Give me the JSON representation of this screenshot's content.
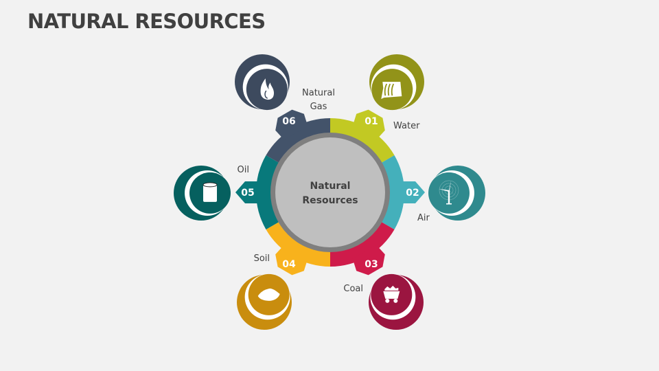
{
  "title": "NATURAL RESOURCES",
  "center": {
    "line1": "Natural",
    "line2": "Resources",
    "fill": "#bfbfbf",
    "ring": "#7f7f7f"
  },
  "items": [
    {
      "number": "01",
      "label_lines": [
        "Water"
      ],
      "color": "#c2c923",
      "icon_color": "#929319",
      "icon": "dam-icon"
    },
    {
      "number": "02",
      "label_lines": [
        "Air"
      ],
      "color": "#44b0bb",
      "icon_color": "#2f8a8e",
      "icon": "wind-turbine-icon"
    },
    {
      "number": "03",
      "label_lines": [
        "Coal"
      ],
      "color": "#cf1b4a",
      "icon_color": "#9b1540",
      "icon": "coal-cart-icon"
    },
    {
      "number": "04",
      "label_lines": [
        "Soil"
      ],
      "color": "#f8b21c",
      "icon_color": "#c98d0e",
      "icon": "soil-pile-icon"
    },
    {
      "number": "05",
      "label_lines": [
        "Oil"
      ],
      "color": "#08797b",
      "icon_color": "#06605f",
      "icon": "oil-barrel-icon"
    },
    {
      "number": "06",
      "label_lines": [
        "Natural",
        "Gas"
      ],
      "color": "#43536a",
      "icon_color": "#3d4a5e",
      "icon": "flame-icon"
    }
  ]
}
